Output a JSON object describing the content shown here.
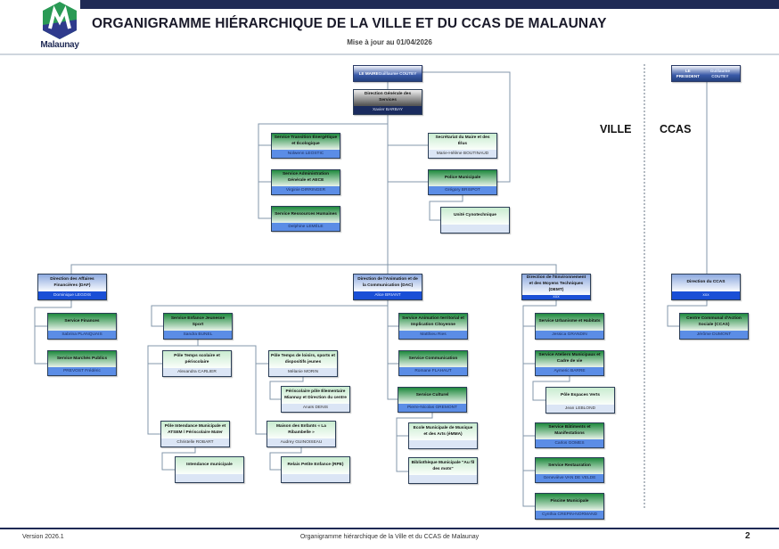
{
  "header": {
    "logo_text": "Malaunay",
    "title": "ORGANIGRAMME HIÉRARCHIQUE DE LA VILLE ET DU CCAS DE MALAUNAY",
    "update": "Mise à jour au 01/04/2026"
  },
  "labels": {
    "ville": "VILLE",
    "ccas": "CCAS"
  },
  "boxes": [
    {
      "title": "LE MAIRE",
      "name": "Guillaume COUTEY",
      "type": "top"
    },
    {
      "title": "Direction Générale des Services",
      "name": "Xavier BARBAY",
      "type": "dgs"
    },
    {
      "title": "Service Transition Énergétique et Écologique",
      "name": "Nolwenn LEOSTIC",
      "type": "svc"
    },
    {
      "title": "Service Administration Générale et AECE",
      "name": "Virginie DIRRINGER",
      "type": "svc"
    },
    {
      "title": "Service Ressources Humaines",
      "name": "Delphine LEMÉLE",
      "type": "svc"
    },
    {
      "title": "Secrétariat du Maire et des Élus",
      "name": "Marie-Hélène BOUTINAUD",
      "type": "pole"
    },
    {
      "title": "Police Municipale",
      "name": "Grégory BRISPOT",
      "type": "svc"
    },
    {
      "title": "Unité Cynotechnique",
      "name": "",
      "type": "pole"
    },
    {
      "title": "LE PRESIDENT",
      "name": "Guillaume COUTEY",
      "type": "top"
    },
    {
      "title": "Direction des Affaires Financières (DAF)",
      "name": "Dominique LEGOIS",
      "type": "dir"
    },
    {
      "title": "Direction de l'Animation et de la Communication (DAC)",
      "name": "Alice BRIANT",
      "type": "dir"
    },
    {
      "title": "Direction de l'Environnement et des Moyens Techniques (DEMT)",
      "name": "xxx",
      "type": "dir"
    },
    {
      "title": "Direction du CCAS",
      "name": "xxx",
      "type": "dir"
    },
    {
      "title": "Service Finances",
      "name": "Sabrina PLANQUAIS",
      "type": "svc"
    },
    {
      "title": "Service Marchés Publics",
      "name": "PREVOST Frédéric",
      "type": "svc"
    },
    {
      "title": "Service Enfance Jeunesse Sport",
      "name": "Sandra BUNEL",
      "type": "svc"
    },
    {
      "title": "Pôle Temps scolaire et périscolaire",
      "name": "Alexandra CARLIER",
      "type": "pole"
    },
    {
      "title": "Pôle Temps de loisirs, sports et dispositifs jeunes",
      "name": "Mélanie MORIN",
      "type": "pole"
    },
    {
      "title": "Périscolaire pôle Élementaire Miannay et Direction du centre",
      "name": "Anaïs DENIS",
      "type": "pole"
    },
    {
      "title": "Pôle Intendance Municipale et ATSEM / Périscolaire Mater",
      "name": "Christelle ROBART",
      "type": "pole"
    },
    {
      "title": "Maison des Enfants « La Ribambelle »",
      "name": "Audrey GUINOISEAU",
      "type": "pole"
    },
    {
      "title": "Intendance municipale",
      "name": "",
      "type": "pole"
    },
    {
      "title": "Relais Petite Enfance (RPE)",
      "name": "",
      "type": "pole"
    },
    {
      "title": "Service Animation territorial et Implication Citoyenne",
      "name": "Matthieu Ries",
      "type": "svc"
    },
    {
      "title": "Service Communication",
      "name": "Romane FLAHAUT",
      "type": "svc"
    },
    {
      "title": "Service Culturel",
      "name": "Pierre-Nicolas GREMONT",
      "type": "svc"
    },
    {
      "title": "Ecole Municipale de Musique et des Arts (éMMA)",
      "name": "",
      "type": "pole"
    },
    {
      "title": "Bibliothèque Municipale \"Au fil des mots\"",
      "name": "",
      "type": "pole"
    },
    {
      "title": "Service Urbanisme et Habitats",
      "name": "Jessica GRANDIN",
      "type": "svc"
    },
    {
      "title": "Service Ateliers Municipaux et Cadre de vie",
      "name": "Aymeric BARRE",
      "type": "svc"
    },
    {
      "title": "Pôle Espaces Verts",
      "name": "Jean LEBLOND",
      "type": "pole"
    },
    {
      "title": "Service Bâtiments et Manifestations",
      "name": "Carlos GOMES",
      "type": "svc"
    },
    {
      "title": "Service Restauration",
      "name": "Geneviève VAN DE VELDE",
      "type": "svc"
    },
    {
      "title": "Piscine Municipale",
      "name": "Cynthia CREPIN-NORMAND",
      "type": "svc"
    },
    {
      "title": "Centre Communal d'Action Sociale (CCAS)",
      "name": "Jérôme DUMONT",
      "type": "svc"
    }
  ],
  "footer": {
    "version": "Version 2026.1",
    "center": "Organigramme hiérarchique de la Ville et du CCAS de Malaunay",
    "page": "2"
  },
  "colors": {
    "navy": "#1f2a55",
    "service_green": "#1f8a3e",
    "name_blue": "#5b8de6",
    "direction_blue": "#1a4fd6"
  }
}
